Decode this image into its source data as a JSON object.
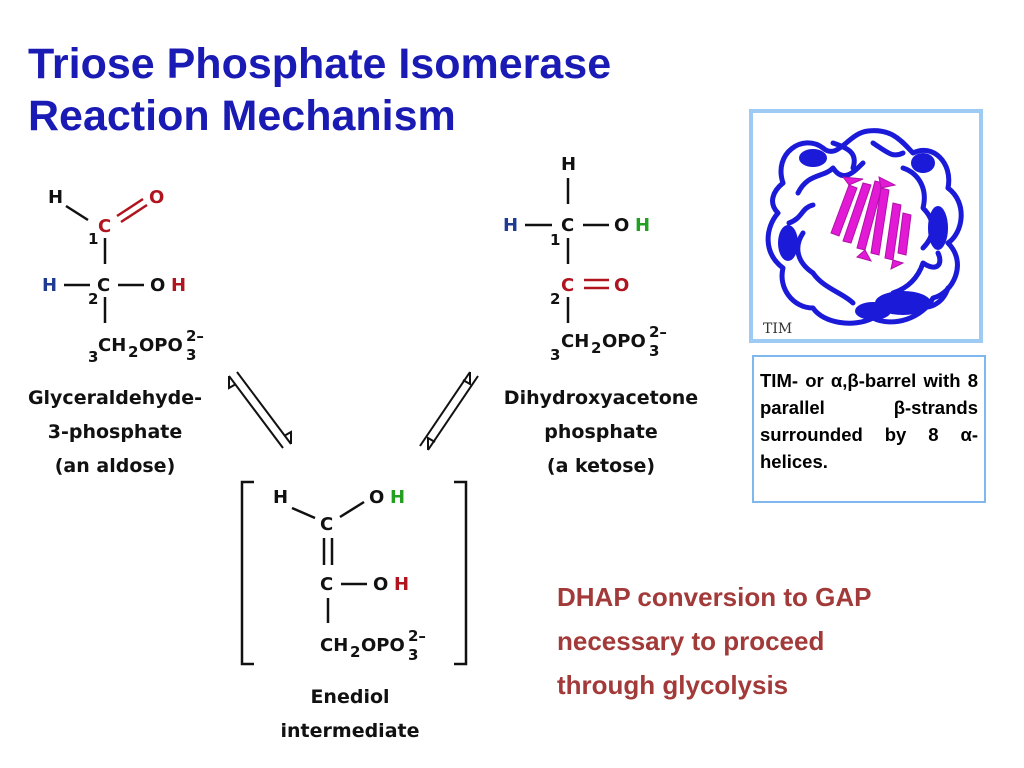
{
  "title": {
    "line1": "Triose Phosphate Isomerase",
    "line2": "Reaction Mechanism"
  },
  "gap": {
    "label_line1": "Glyceraldehyde-",
    "label_line2": "3-phosphate",
    "label_line3": "(an aldose)",
    "h1": "H",
    "c1": "C",
    "o1": "O",
    "n1": "1",
    "h2": "H",
    "c2": "C",
    "o2": "O",
    "h2b": "H",
    "n2": "2",
    "ch2": "CH",
    "sub2": "2",
    "opo": "OPO",
    "sub3": "3",
    "charge": "2–",
    "n3": "3"
  },
  "dhap": {
    "label_line1": "Dihydroxyacetone",
    "label_line2": "phosphate",
    "label_line3": "(a ketose)",
    "htop": "H",
    "h1": "H",
    "c1": "C",
    "o1": "O",
    "h1b": "H",
    "n1": "1",
    "c2": "C",
    "o2": "O",
    "n2": "2",
    "ch2": "CH",
    "sub2": "2",
    "opo": "OPO",
    "sub3": "3",
    "charge": "2–",
    "n3": "3"
  },
  "enediol": {
    "label_line1": "Enediol",
    "label_line2": "intermediate",
    "h1": "H",
    "c1": "C",
    "o1": "O",
    "h1b": "H",
    "c2": "C",
    "o2": "O",
    "h2b": "H",
    "ch2": "CH",
    "sub2": "2",
    "opo": "OPO",
    "sub3": "3",
    "charge": "2–"
  },
  "tim_image_label": "TIM",
  "tim_caption": "TIM- or α,β-barrel with 8 parallel β-strands surrounded by 8 α-helices.",
  "note": {
    "line1": "DHAP conversion to GAP",
    "line2": "necessary to proceed",
    "line3": "through glycolysis"
  },
  "colors": {
    "title": "#1a1ab4",
    "hydrogen_blue": "#1f3a93",
    "carbon_red": "#b0141e",
    "hydrogen_green": "#21a021",
    "note": "#a33a3a",
    "helix": "#1a1ad8",
    "strand": "#e21ad6"
  },
  "icons": {
    "reaction_arrows": "equilibrium-arrows-icon",
    "protein": "tim-barrel-structure-icon"
  }
}
